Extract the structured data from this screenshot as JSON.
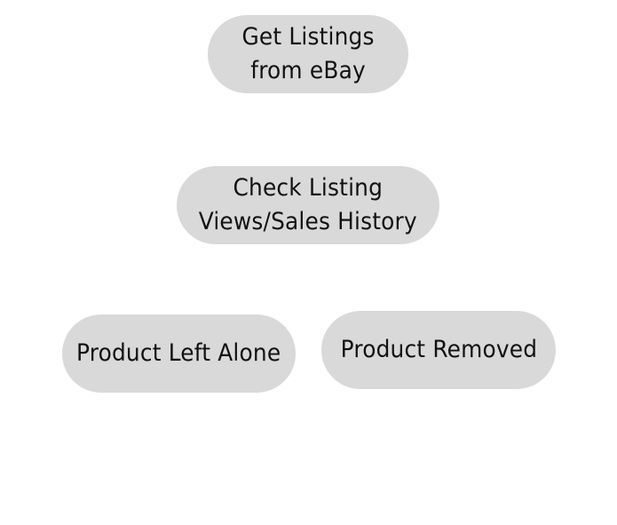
{
  "diagram": {
    "type": "flowchart",
    "node_color": "#d9d9d9",
    "text_color": "#111111",
    "background": "#ffffff",
    "nodes": [
      {
        "id": "get-listings",
        "lines": [
          "Get Listings",
          "from eBay"
        ]
      },
      {
        "id": "check-history",
        "lines": [
          "Check Listing",
          "Views/Sales History"
        ]
      },
      {
        "id": "left-alone",
        "lines": [
          "Product Left Alone"
        ]
      },
      {
        "id": "removed",
        "lines": [
          "Product Removed"
        ]
      }
    ]
  }
}
